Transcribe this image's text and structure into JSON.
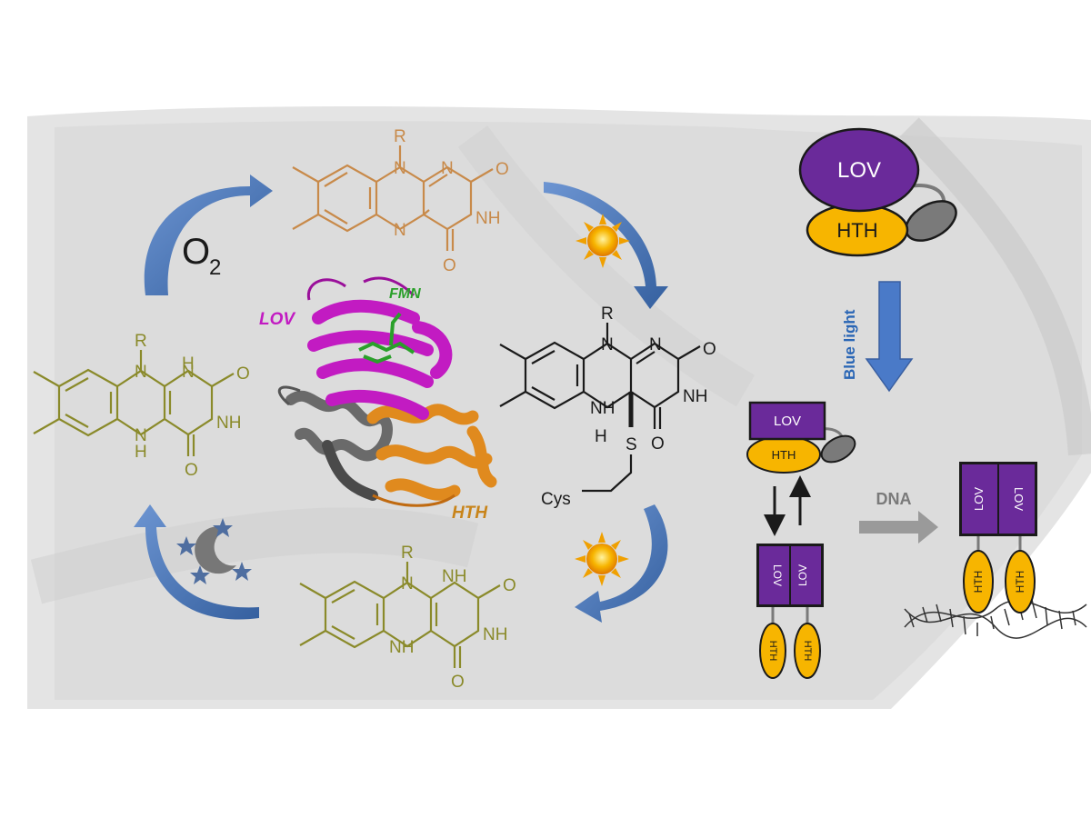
{
  "colors": {
    "background": "#ffffff",
    "micrograph": "#dcdcdc",
    "oxidized_flavin": "#c88a4a",
    "reduced_flavin": "#8a8a2a",
    "adduct": "#1a1a1a",
    "cycle_arrow": "#4a74b8",
    "lov_purple": "#6a2a9a",
    "hth_yellow": "#f7b500",
    "linker_gray": "#7a7a7a",
    "protein_magenta": "#c21bc2",
    "protein_orange": "#e08a1e",
    "fmn_green": "#2aa02a",
    "blue_light_text": "#2a66b5",
    "dna_arrow": "#9a9a9a"
  },
  "cycle": {
    "oxygen_label": "O",
    "oxygen_subscript": "2",
    "sun_icons": [
      "sun-icon",
      "sun-icon"
    ],
    "night_icon": "moon-stars-icon"
  },
  "chem": {
    "R": "R",
    "N": "N",
    "O": "O",
    "NH": "NH",
    "H": "H",
    "S": "S",
    "Cys": "Cys"
  },
  "protein_structure": {
    "lov_label": "LOV",
    "fmn_label": "FMN",
    "hth_label": "HTH"
  },
  "scheme": {
    "domain_lov": "LOV",
    "domain_hth": "HTH",
    "blue_light_label": "Blue light",
    "dna_label": "DNA"
  }
}
